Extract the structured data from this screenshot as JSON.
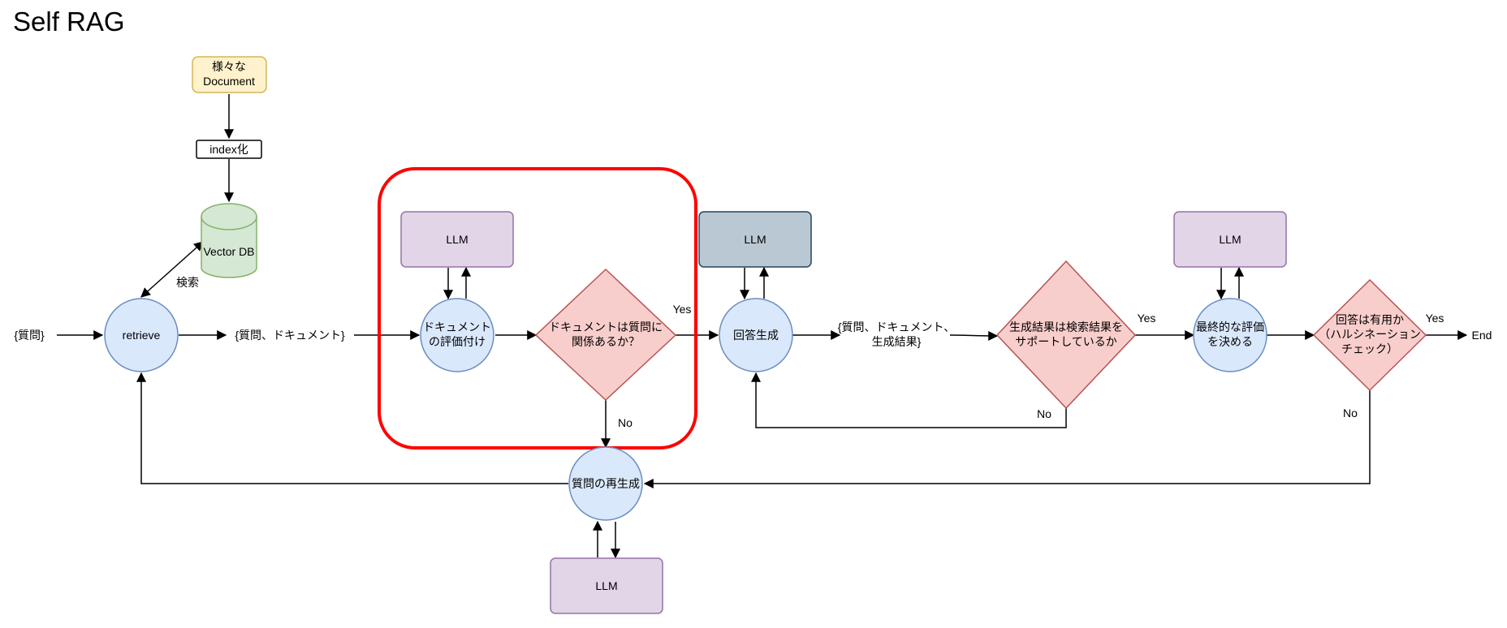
{
  "title": "Self RAG",
  "colors": {
    "llm_fill": "#e1d5e7",
    "llm_stroke": "#9673a6",
    "llm_dark_fill": "#bac8d3",
    "llm_dark_stroke": "#23445d",
    "circle_fill": "#dae8fc",
    "circle_stroke": "#6c8ebf",
    "diamond_fill": "#f8cecc",
    "diamond_stroke": "#b85450",
    "doc_fill": "#fff2cc",
    "doc_stroke": "#d6b656",
    "db_fill": "#d5e8d4",
    "db_stroke": "#82b366",
    "highlight": "#ff0000"
  },
  "nodes": {
    "documents": [
      "様々な",
      "Document"
    ],
    "index": "index化",
    "vector_db": "Vector DB",
    "search": "検索",
    "question_input": "{質問}",
    "retrieve": "retrieve",
    "q_doc": "{質問、ドキュメント}",
    "llm_grade": "LLM",
    "grade_docs": [
      "ドキュメント",
      "の評価付け"
    ],
    "relevance_check": [
      "ドキュメントは質問に",
      "関係あるか？"
    ],
    "llm_generate": "LLM",
    "generate": "回答生成",
    "q_doc_gen": [
      "{質問、ドキュメント、",
      "生成結果}"
    ],
    "support_check": [
      "生成結果は検索結果を",
      "サポートしているか"
    ],
    "llm_final": "LLM",
    "final_eval": [
      "最終的な評価",
      "を決める"
    ],
    "useful_check": [
      "回答は有用か",
      "（ハルシネーション",
      "チェック）"
    ],
    "end": "End",
    "rewrite": "質問の再生成",
    "llm_rewrite": "LLM"
  },
  "edge_labels": {
    "relevance_yes": "Yes",
    "relevance_no": "No",
    "support_yes": "Yes",
    "support_no": "No",
    "useful_yes": "Yes",
    "useful_no": "No"
  }
}
